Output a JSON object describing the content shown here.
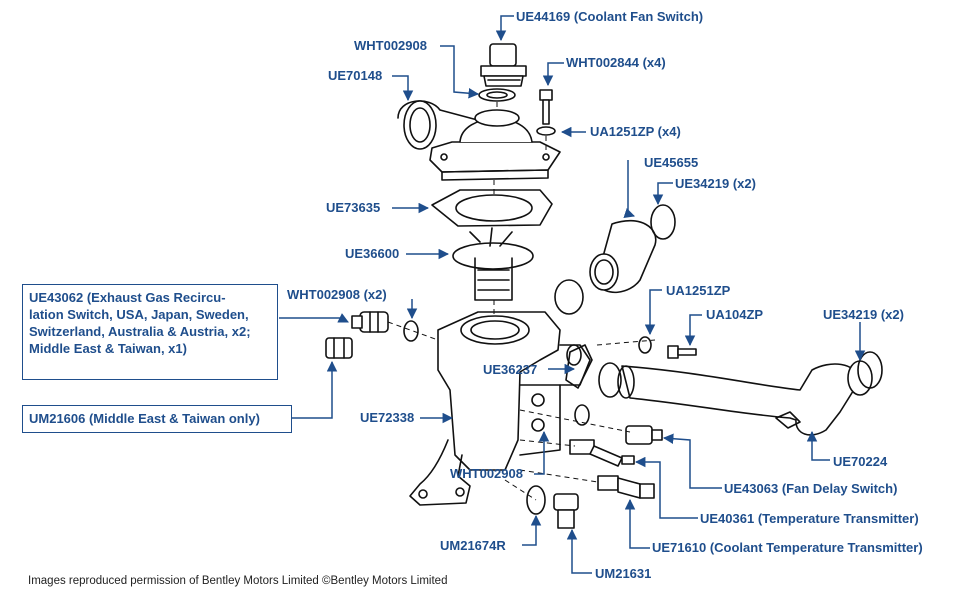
{
  "accent_color": "#1f4e8c",
  "labels": {
    "ue44169": "UE44169 (Coolant Fan Switch)",
    "wht002908_top": "WHT002908",
    "ue70148": "UE70148",
    "wht002844": "WHT002844 (x4)",
    "ua1251zp_x4": "UA1251ZP (x4)",
    "ue45655": "UE45655",
    "ue34219_top": "UE34219 (x2)",
    "ue73635": "UE73635",
    "ue36600": "UE36600",
    "wht002908_x2": "WHT002908 (x2)",
    "ua1251zp": "UA1251ZP",
    "ua104zp": "UA104ZP",
    "ue34219_right": "UE34219 (x2)",
    "ue36237": "UE36237",
    "ue72338": "UE72338",
    "wht002908_bottom": "WHT002908",
    "ue70224": "UE70224",
    "ue43063": "UE43063 (Fan Delay Switch)",
    "ue40361": "UE40361 (Temperature Transmitter)",
    "ue71610": "UE71610 (Coolant Temperature Transmitter)",
    "um21674r": "UM21674R",
    "um21631": "UM21631"
  },
  "boxes": {
    "ue43062_line1": "UE43062 (Exhaust Gas Recircu-",
    "ue43062_line2": "lation Switch, USA, Japan, Sweden,",
    "ue43062_line3": "Switzerland, Australia & Austria, x2;",
    "ue43062_line4": "Middle East & Taiwan, x1)",
    "um21606": "UM21606 (Middle East & Taiwan only)"
  },
  "credit": "Images reproduced permission of Bentley Motors Limited ©Bentley Motors Limited"
}
